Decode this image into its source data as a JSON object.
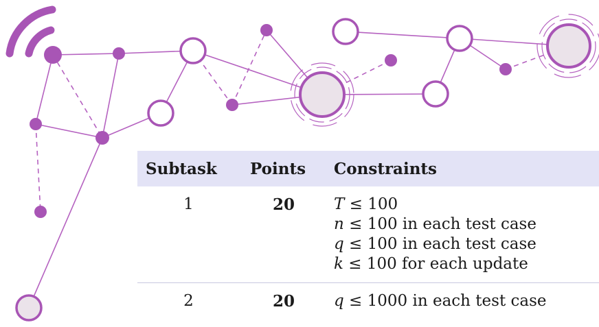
{
  "table": {
    "headers": {
      "subtask": "Subtask",
      "points": "Points",
      "constraints": "Constraints"
    },
    "rows": [
      {
        "subtask": "1",
        "points": "20",
        "constraints": [
          {
            "var": "T",
            "rest": " ≤ 100"
          },
          {
            "var": "n",
            "rest": " ≤ 100 in each test case"
          },
          {
            "var": "q",
            "rest": " ≤ 100 in each test case"
          },
          {
            "var": "k",
            "rest": " ≤ 100 for each update"
          }
        ]
      },
      {
        "subtask": "2",
        "points": "20",
        "constraints": [
          {
            "var": "q",
            "rest": " ≤ 1000 in each test case"
          }
        ]
      }
    ]
  },
  "colors": {
    "accent": "#a855b5",
    "node_fill": "#ebe3ea",
    "header_bg": "#e3e3f6"
  },
  "icons": {
    "wifi": "wifi-signal-icon"
  }
}
